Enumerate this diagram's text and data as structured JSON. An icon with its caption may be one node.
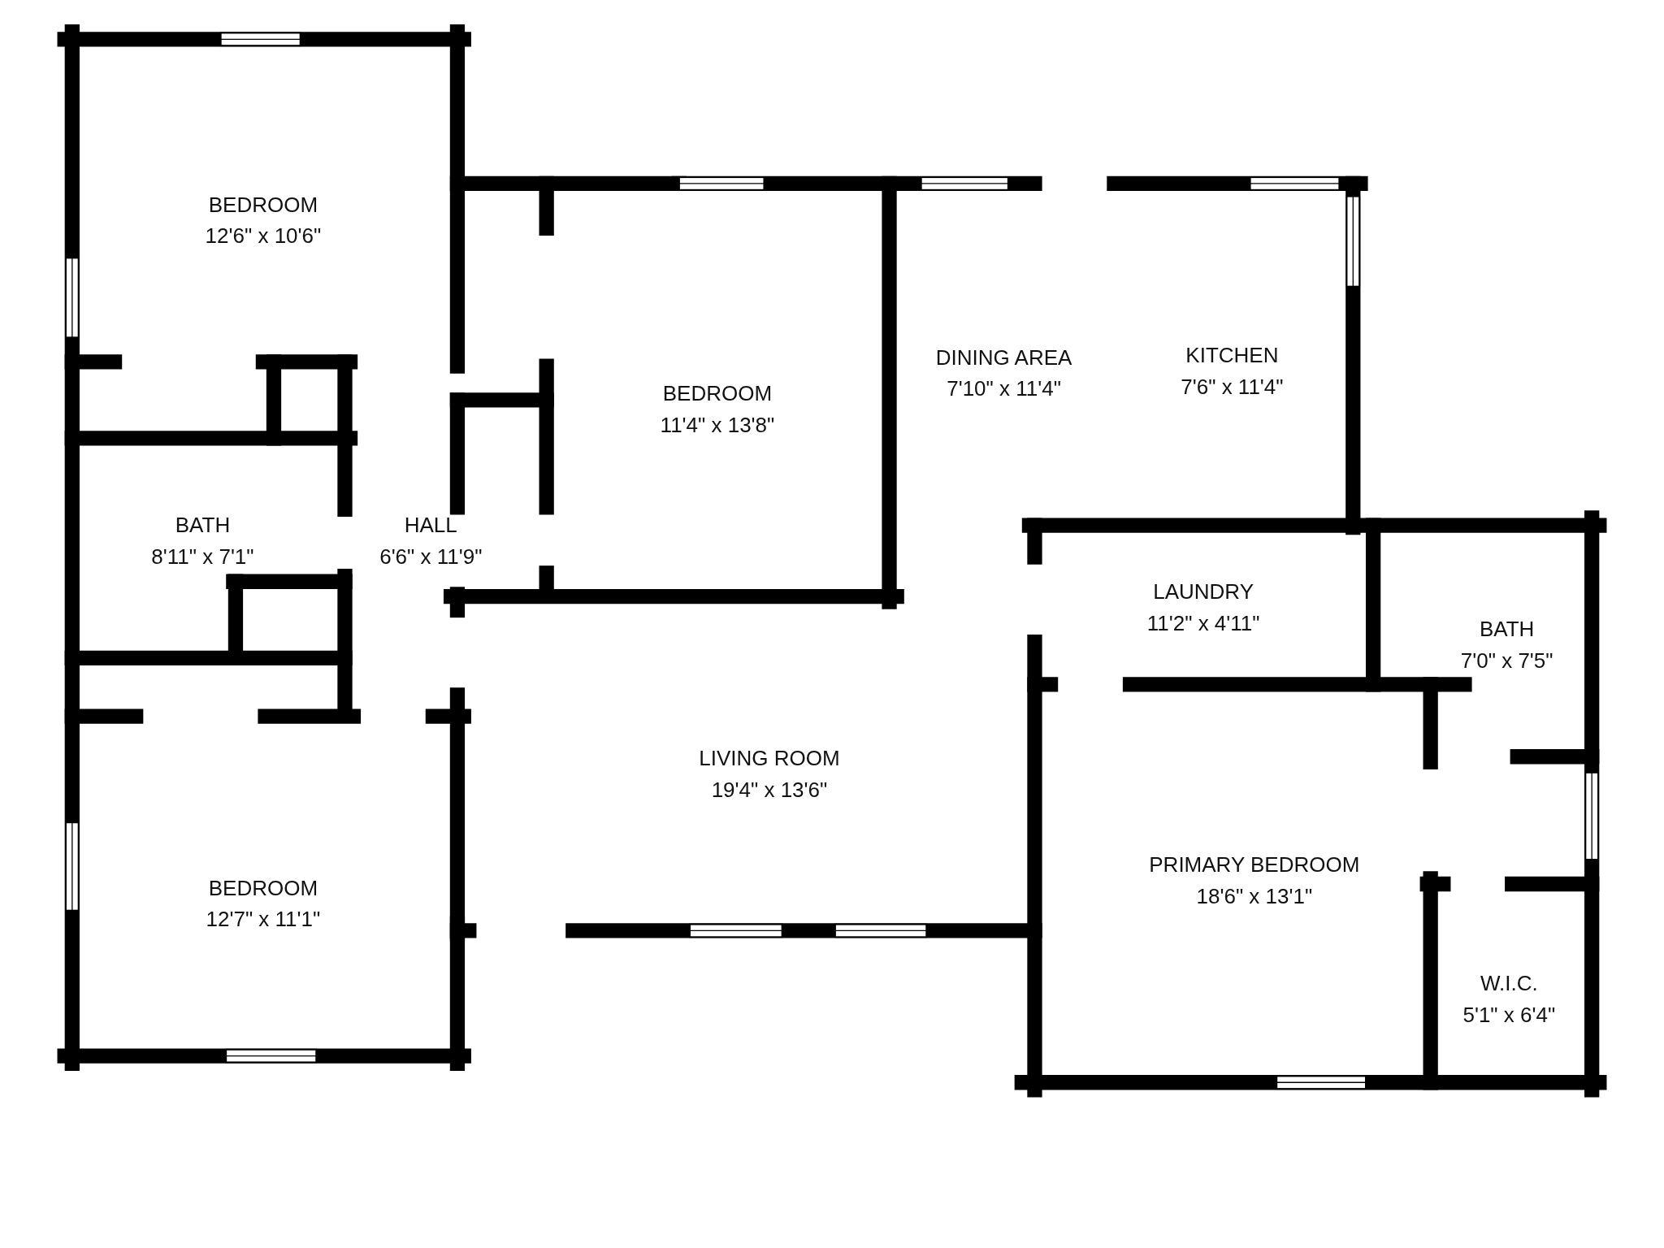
{
  "diagram": {
    "nodes": [
      {
        "text": [
          "BEDROOM",
          "12'6\" x 10'6\""
        ]
      },
      {
        "text": [
          "BEDROOM",
          "11'4\" x 13'8\""
        ]
      },
      {
        "text": [
          "DINING AREA",
          "7'10\" x 11'4\""
        ]
      },
      {
        "text": [
          "KITCHEN",
          "7'6\" x 11'4\""
        ]
      },
      {
        "text": [
          "BATH",
          "8'11\" x 7'1\""
        ]
      },
      {
        "text": [
          "HALL",
          "6'6\" x 11'9\""
        ]
      },
      {
        "text": [
          "LAUNDRY",
          "11'2\" x 4'11\""
        ]
      },
      {
        "text": [
          "BATH",
          "7'0\" x 7'5\""
        ]
      },
      {
        "text": [
          "LIVING ROOM",
          "19'4\" x 13'6\""
        ]
      },
      {
        "text": [
          "PRIMARY BEDROOM",
          "18'6\" x 13'1\""
        ]
      },
      {
        "text": [
          "W.I.C.",
          "5'1\" x 6'4\""
        ]
      },
      {
        "text": [
          "BEDROOM",
          "12'7\" x 11'1\""
        ]
      }
    ]
  }
}
